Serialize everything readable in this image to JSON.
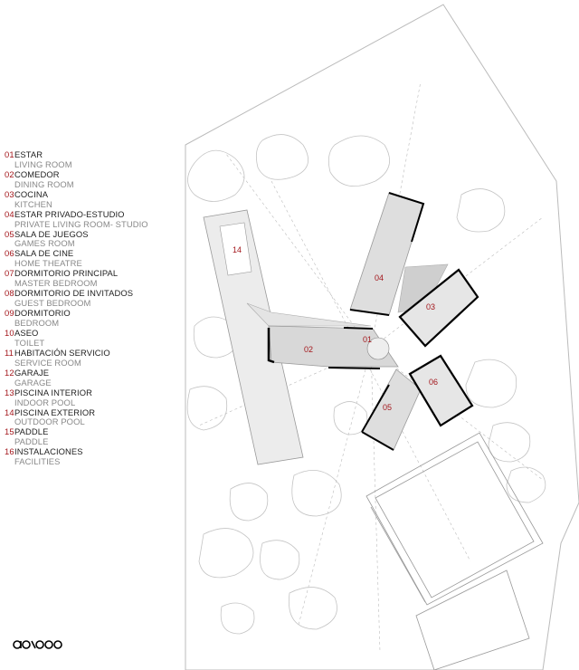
{
  "legend": {
    "items": [
      {
        "num": "01",
        "es": "ESTAR",
        "en": "LIVING ROOM"
      },
      {
        "num": "02",
        "es": "COMEDOR",
        "en": "DINING ROOM"
      },
      {
        "num": "03",
        "es": "COCINA",
        "en": "KITCHEN"
      },
      {
        "num": "04",
        "es": "ESTAR PRIVADO-ESTUDIO",
        "en": "PRIVATE LIVING ROOM- STUDIO"
      },
      {
        "num": "05",
        "es": "SALA DE JUEGOS",
        "en": "GAMES ROOM"
      },
      {
        "num": "06",
        "es": "SALA DE CINE",
        "en": "HOME THEATRE"
      },
      {
        "num": "07",
        "es": "DORMITORIO PRINCIPAL",
        "en": "MASTER BEDROOM"
      },
      {
        "num": "08",
        "es": "DORMITORIO DE INVITADOS",
        "en": "GUEST  BEDROOM"
      },
      {
        "num": "09",
        "es": "DORMITORIO",
        "en": "BEDROOM"
      },
      {
        "num": "10",
        "es": "ASEO",
        "en": "TOILET"
      },
      {
        "num": "11",
        "es": "HABITACIÓN SERVICIO",
        "en": "SERVICE ROOM"
      },
      {
        "num": "12",
        "es": "GARAJE",
        "en": "GARAGE"
      },
      {
        "num": "13",
        "es": "PISCINA INTERIOR",
        "en": "INDOOR POOL"
      },
      {
        "num": "14",
        "es": "PISCINA EXTERIOR",
        "en": "OUTDOOR POOL"
      },
      {
        "num": "15",
        "es": "PADDLE",
        "en": "PADDLE"
      },
      {
        "num": "16",
        "es": "INSTALACIONES",
        "en": "FACILITIES"
      }
    ]
  },
  "plan": {
    "labels": {
      "r01": "01",
      "r02": "02",
      "r03": "03",
      "r04": "04",
      "r05": "05",
      "r06": "06",
      "r14": "14"
    }
  },
  "logo": {
    "text": "A-cero"
  },
  "colors": {
    "accent": "#a3171c",
    "wall": "#000000",
    "floor": "#dcdcdc",
    "line": "#c8c8c8"
  }
}
